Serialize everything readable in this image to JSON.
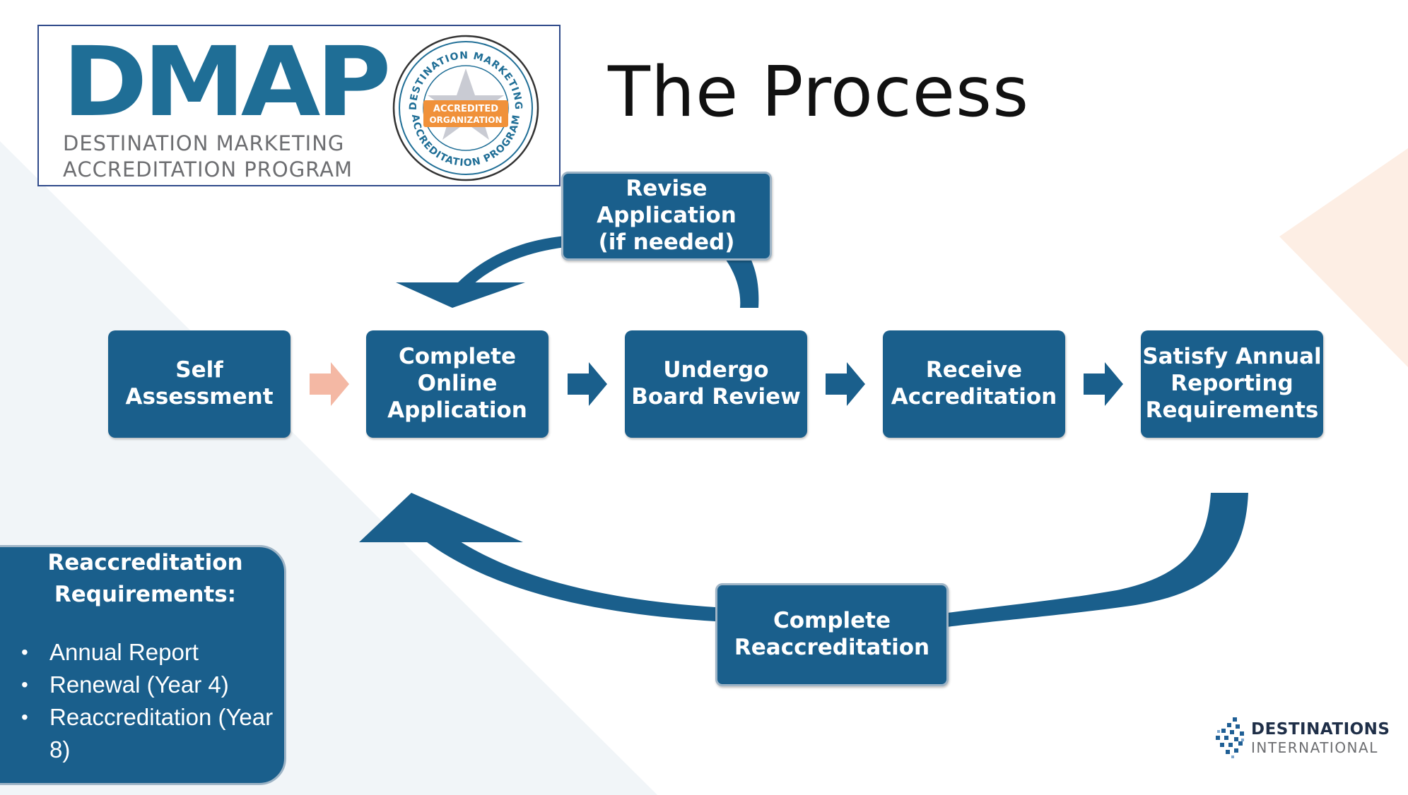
{
  "slide": {
    "title": "The Process"
  },
  "logo": {
    "wordmark": "DMAP",
    "line1": "DESTINATION MARKETING",
    "line2": "ACCREDITATION PROGRAM",
    "seal_top_text": "DESTINATION MARKETING",
    "seal_bottom_text": "ACCREDITATION PROGRAM",
    "seal_badge_line1": "ACCREDITED",
    "seal_badge_line2": "ORGANIZATION"
  },
  "steps": [
    {
      "label": "Self\nAssessment"
    },
    {
      "label": "Complete\nOnline\nApplication"
    },
    {
      "label": "Undergo\nBoard Review"
    },
    {
      "label": "Receive\nAccreditation"
    },
    {
      "label": "Satisfy Annual\nReporting\nRequirements"
    }
  ],
  "loops": {
    "revise": "Revise\nApplication\n(if needed)",
    "reaccreditation": "Complete\nReaccreditation"
  },
  "requirements": {
    "title": "Reaccreditation Requirements:",
    "items": [
      "Annual Report",
      "Renewal (Year 4)",
      "Reaccreditation (Year 8)"
    ]
  },
  "footer": {
    "brand_line1": "DESTINATIONS",
    "brand_line2": "INTERNATIONAL"
  },
  "colors": {
    "box_fill": "#1a5f8c",
    "box_border": "#9eb4c6",
    "first_arrow": "#f4b8a4",
    "wordmark": "#1f6e96",
    "seal_badge": "#f0913a"
  }
}
